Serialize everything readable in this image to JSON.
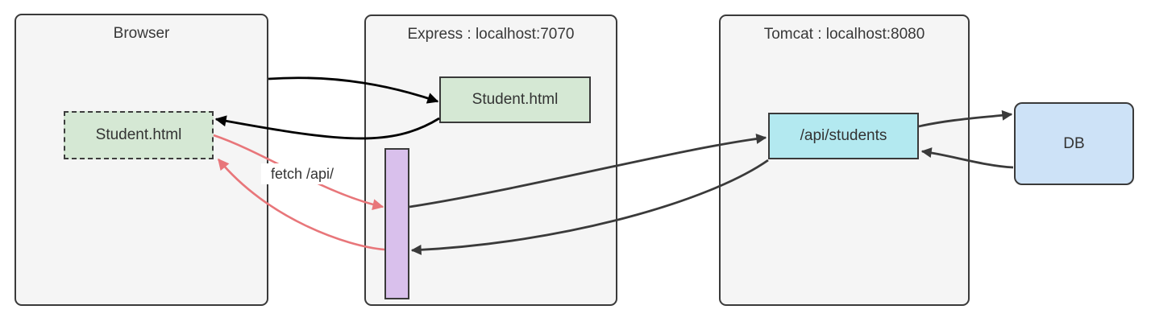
{
  "diagram": {
    "containers": {
      "browser": {
        "title": "Browser"
      },
      "express": {
        "title": "Express : localhost:7070"
      },
      "tomcat": {
        "title": "Tomcat : localhost:8080"
      }
    },
    "nodes": {
      "browser_student": {
        "label": "Student.html"
      },
      "express_student": {
        "label": "Student.html"
      },
      "api_students": {
        "label": "/api/students"
      },
      "db": {
        "label": "DB"
      }
    },
    "edge_labels": {
      "fetch": "fetch /api/"
    },
    "edges": [
      {
        "from": "browser",
        "to": "express_student",
        "color": "black"
      },
      {
        "from": "express_student",
        "to": "browser_student",
        "color": "black"
      },
      {
        "from": "browser_student",
        "to": "activation-bar",
        "color": "red",
        "label": "fetch /api/"
      },
      {
        "from": "activation-bar",
        "to": "browser_student",
        "color": "red"
      },
      {
        "from": "activation-bar",
        "to": "api_students",
        "color": "dark"
      },
      {
        "from": "api_students",
        "to": "activation-bar",
        "color": "dark"
      },
      {
        "from": "api_students",
        "to": "db",
        "color": "dark"
      },
      {
        "from": "db",
        "to": "api_students",
        "color": "dark"
      }
    ],
    "colors": {
      "container_fill": "#f5f5f5",
      "border_dark": "#3a3a3a",
      "green_fill": "#d5e8d4",
      "cyan_fill": "#b3e9f0",
      "purple_fill": "#d9c0ec",
      "blue_fill": "#cde2f7",
      "arrow_black": "#000000",
      "arrow_dark": "#3a3a3a",
      "arrow_red": "#e8767a"
    }
  }
}
